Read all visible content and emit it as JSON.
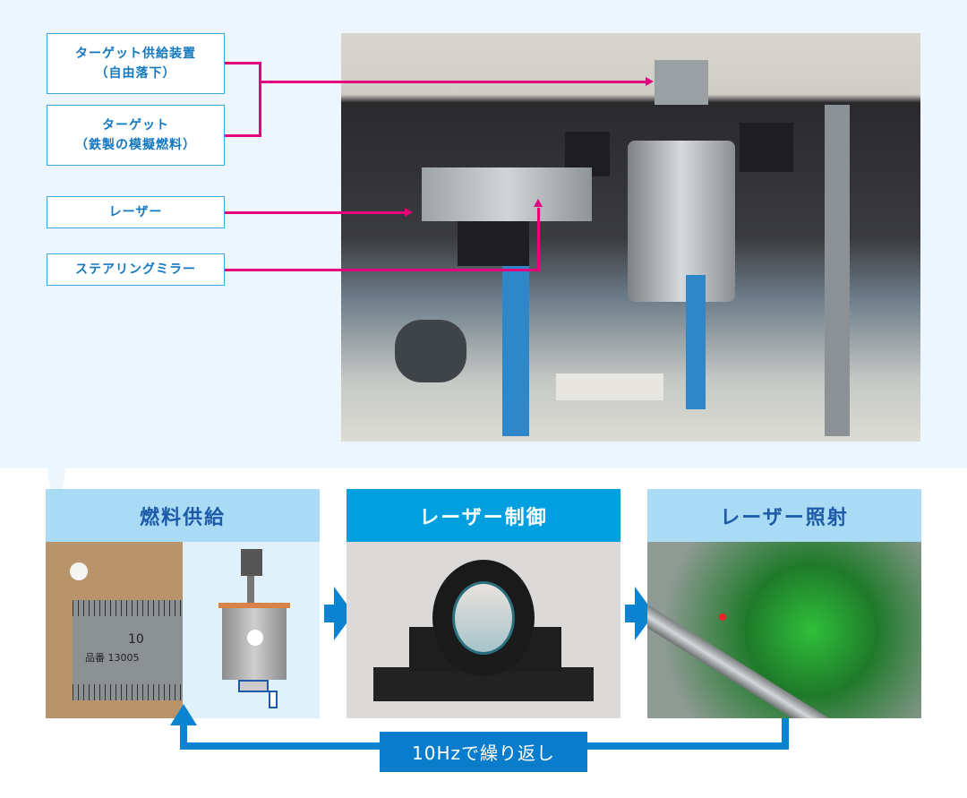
{
  "labels": {
    "target_supply_line1": "ターゲット供給装置",
    "target_supply_line2": "（自由落下）",
    "target_line1": "ターゲット",
    "target_line2": "（鉄製の模擬燃料）",
    "laser": "レーザー",
    "steering_mirror": "ステアリングミラー"
  },
  "steps": [
    {
      "title": "燃料供給"
    },
    {
      "title": "レーザー制御"
    },
    {
      "title": "レーザー照射"
    }
  ],
  "ruler": {
    "number": "10",
    "text": "品番 13005"
  },
  "loop_label": "10Hzで繰り返し",
  "colors": {
    "pointer": "#e4007f",
    "accent": "#00a0e0",
    "loop": "#0a7ccc"
  }
}
